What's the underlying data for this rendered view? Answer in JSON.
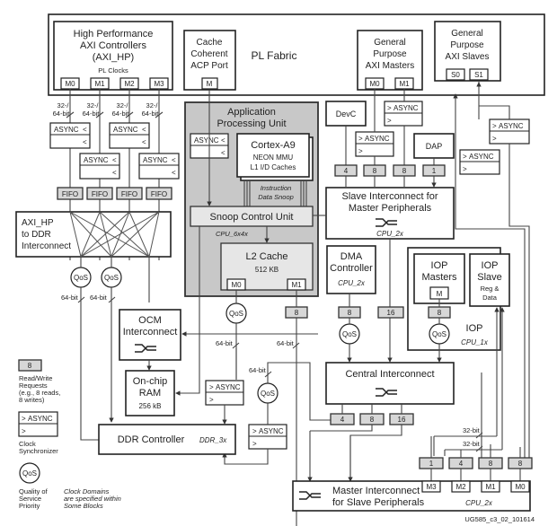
{
  "pl_fabric": {
    "label": "PL Fabric",
    "axi_hp": {
      "title": [
        "High Performance",
        "AXI Controllers",
        "(AXI_HP)"
      ],
      "clock": "PL Clocks",
      "ports": [
        "M0",
        "M1",
        "M2",
        "M3"
      ],
      "width_label": [
        "32-/",
        "64-bit"
      ]
    },
    "acp": {
      "title": [
        "Cache",
        "Coherent",
        "ACP Port"
      ],
      "port": "M"
    },
    "gp_masters": {
      "title": [
        "General",
        "Purpose",
        "AXI Masters"
      ],
      "ports": [
        "M0",
        "M1"
      ]
    },
    "gp_slaves": {
      "title": [
        "General",
        "Purpose",
        "AXI Slaves"
      ],
      "ports": [
        "S0",
        "S1"
      ]
    }
  },
  "async_label": "ASYNC",
  "fifo_label": "FIFO",
  "qos_label": "QoS",
  "apu": {
    "title": [
      "Application",
      "Processing Unit"
    ],
    "cortex": {
      "title": "Cortex-A9",
      "lines": [
        "NEON MMU",
        "L1 I/D Caches"
      ]
    },
    "snoop_note": [
      "Instruction",
      "Data Snoop"
    ],
    "scu": "Snoop Control Unit",
    "clock": "CPU_6x4x",
    "l2": {
      "title": "L2 Cache",
      "size": "512 KB",
      "ports": [
        "M0",
        "M1"
      ]
    }
  },
  "axi_hp_ddr": {
    "title": [
      "AXI_HP",
      "to DDR",
      "Interconnect"
    ]
  },
  "devc": "DevC",
  "dap": "DAP",
  "slave_ic": {
    "title": [
      "Slave Interconnect for",
      "Master Peripherals"
    ],
    "clock": "CPU_2x",
    "requests": [
      "4",
      "8",
      "8",
      "1"
    ]
  },
  "dma": {
    "title": [
      "DMA",
      "Controller"
    ],
    "clock": "CPU_2x",
    "requests": "8"
  },
  "iop": {
    "label": "IOP",
    "clock": "CPU_1x",
    "masters": {
      "title": [
        "IOP",
        "Masters"
      ],
      "port": "M",
      "requests": "8"
    },
    "slave": {
      "title": [
        "IOP",
        "Slave"
      ],
      "sub": [
        "Reg &",
        "Data"
      ]
    }
  },
  "req16": "16",
  "l2_m1_requests": "8",
  "ocm": {
    "title": [
      "OCM",
      "Interconnect"
    ]
  },
  "ocram": {
    "title": [
      "On-chip",
      "RAM"
    ],
    "size": "256 kB"
  },
  "central_ic": {
    "title": "Central Interconnect",
    "requests": [
      "4",
      "8",
      "16"
    ]
  },
  "ddr": {
    "title": "DDR Controller",
    "clock": "DDR_3x"
  },
  "master_ic": {
    "title": [
      "Master Interconnect",
      "for Slave Peripherals"
    ],
    "clock": "CPU_2x",
    "ports": [
      "M3",
      "M2",
      "M1",
      "M0"
    ],
    "requests": [
      "1",
      "4",
      "8",
      "8"
    ]
  },
  "bus_labels": {
    "b64": "64-bit",
    "b32": "32-bit"
  },
  "legend": {
    "req_value": "8",
    "req_text": [
      "Read/Write",
      "Requests",
      "(e.g., 8 reads,",
      "8 writes)"
    ],
    "sync_text": [
      "Clock",
      "Synchronizer"
    ],
    "qos_text": [
      "Quality of",
      "Service",
      "Priority"
    ],
    "clock_note": [
      "Clock Domains",
      "are specified within",
      "Some Blocks"
    ]
  },
  "figure_id": "UG585_c3_02_101614"
}
